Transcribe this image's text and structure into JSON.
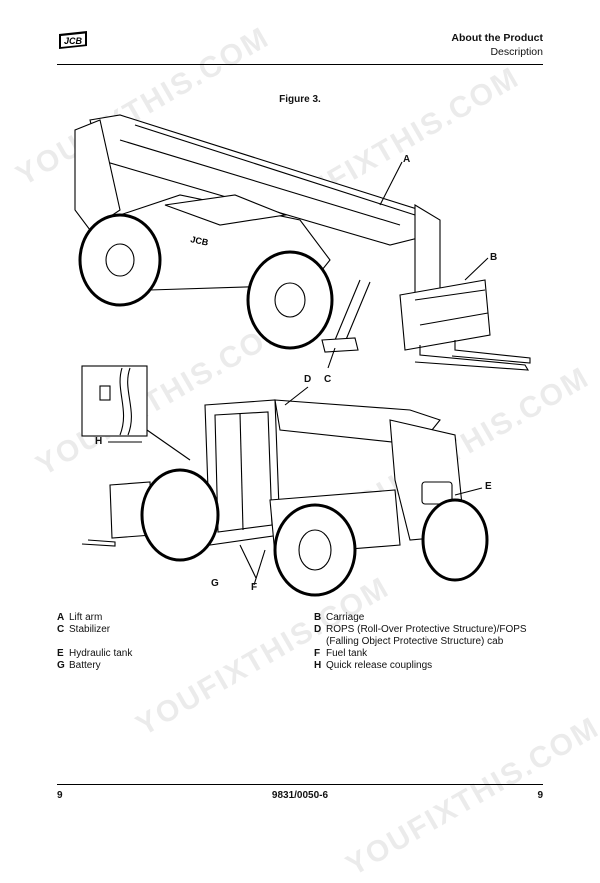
{
  "header": {
    "title": "About the Product",
    "subtitle": "Description"
  },
  "logo": {
    "brand": "JCB",
    "icon": "jcb-logo"
  },
  "figure": {
    "caption": "Figure 3.",
    "callouts": {
      "A": "A",
      "B": "B",
      "C": "C",
      "D": "D",
      "E": "E",
      "F": "F",
      "G": "G",
      "H": "H"
    }
  },
  "legend": [
    {
      "key": "A",
      "text": "Lift arm"
    },
    {
      "key": "B",
      "text": "Carriage"
    },
    {
      "key": "C",
      "text": "Stabilizer"
    },
    {
      "key": "D",
      "text": "ROPS (Roll-Over Protective Structure)/FOPS"
    },
    {
      "key": "",
      "text": "(Falling Object Protective Structure) cab"
    },
    {
      "key": "E",
      "text": "Hydraulic tank"
    },
    {
      "key": "F",
      "text": "Fuel tank"
    },
    {
      "key": "G",
      "text": "Battery"
    },
    {
      "key": "H",
      "text": "Quick release couplings"
    }
  ],
  "footer": {
    "page_left": "9",
    "doc_number": "9831/0050-6",
    "page_right": "9"
  },
  "watermark": "YOUFIXTHIS.COM",
  "colors": {
    "line": "#000000",
    "watermark": "#d8d8d8"
  }
}
